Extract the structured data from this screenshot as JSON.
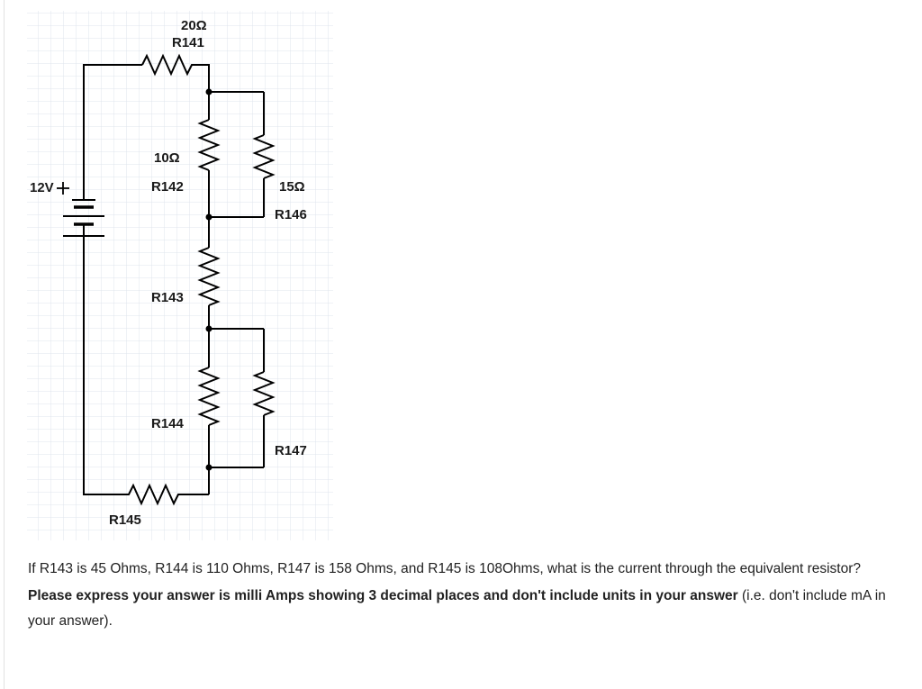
{
  "circuit": {
    "source": {
      "label": "12V"
    },
    "resistors": {
      "r141": {
        "name": "R141",
        "value": "20Ω"
      },
      "r142": {
        "name": "R142",
        "value": "10Ω"
      },
      "r143": {
        "name": "R143"
      },
      "r144": {
        "name": "R144"
      },
      "r145": {
        "name": "R145"
      },
      "r146": {
        "name": "R146",
        "value": "15Ω"
      },
      "r147": {
        "name": "R147"
      }
    }
  },
  "question": {
    "text": "If R143 is 45 Ohms, R144 is 110 Ohms, R147 is 158 Ohms, and R145 is 108Ohms, what is the current through the equivalent resistor?",
    "instruction_bold": "Please express your answer is milli Amps showing 3 decimal places and don't include units in your answer",
    "instruction_rest": " (i.e. don't include mA in your answer)."
  }
}
